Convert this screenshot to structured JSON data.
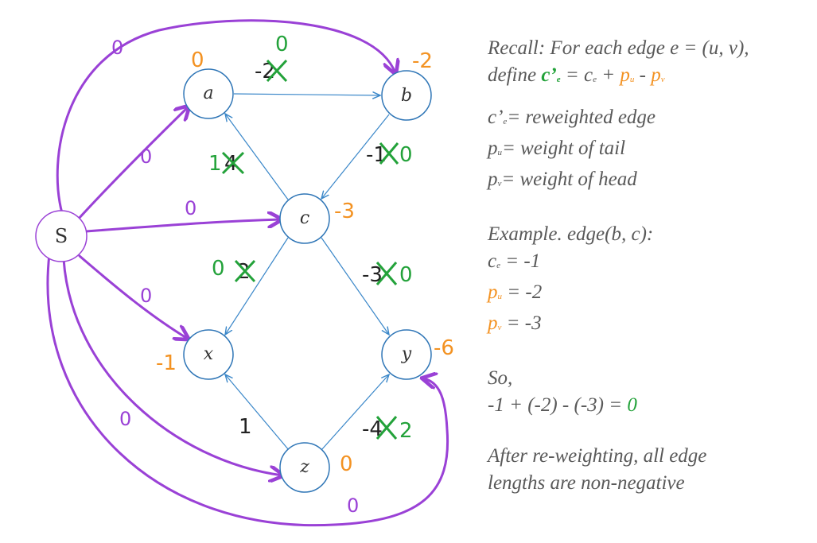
{
  "nodes": {
    "s": "S",
    "a": "a",
    "b": "b",
    "c": "c",
    "x": "x",
    "y": "y",
    "z": "z"
  },
  "potentials": {
    "a": "0",
    "b": "-2",
    "c": "-3",
    "x": "-1",
    "y": "-6",
    "z": "0"
  },
  "edge_weights": {
    "ab": {
      "old": "-2",
      "new": "0"
    },
    "ca": {
      "old": "4",
      "new": "1"
    },
    "bc": {
      "old": "-1",
      "new": "0"
    },
    "cx": {
      "old": "2",
      "new": "0"
    },
    "cy": {
      "old": "-3",
      "new": "0"
    },
    "zx": {
      "value": "1"
    },
    "zy": {
      "old": "-4",
      "new": "2"
    }
  },
  "source_edges": {
    "sb": "0",
    "sa": "0",
    "sc": "0",
    "sx": "0",
    "sz": "0",
    "sy": "0"
  },
  "colors": {
    "edge": "#3a87c9",
    "node_stroke": "#2e75b6",
    "purple": "#9a41d6",
    "orange": "#f39222",
    "green": "#23a23a",
    "text": "#595959"
  },
  "notes": {
    "recall": "Recall: For each edge e = (u, v),",
    "define_prefix": "define ",
    "c_prime": "c’",
    "sub_e": "e",
    "eq_ce": " = c",
    "plus": " + ",
    "p": "p",
    "sub_u": "u",
    "minus": " - ",
    "sub_v": "v",
    "c_prime_plain": "c’",
    "reweighted": "= reweighted edge",
    "tail": "= weight of tail",
    "head": "= weight of head",
    "example": "Example. edge(b, c):",
    "c": "c",
    "ce_val": " = -1",
    "pu_val": " = -2",
    "pv_val": " = -3",
    "so": "So,",
    "calc": "-1 + (-2) - (-3) = ",
    "result": "0",
    "after1": "After re-weighting, all edge",
    "after2": "lengths are non-negative"
  }
}
